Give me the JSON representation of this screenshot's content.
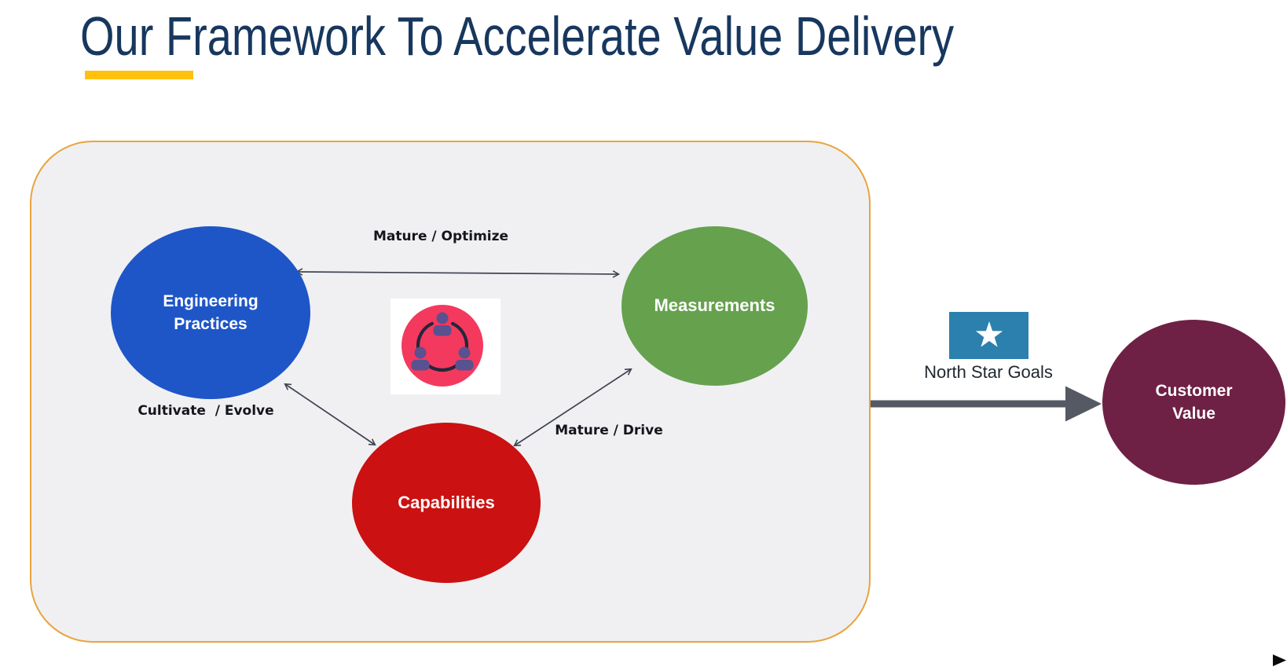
{
  "slide": {
    "title": "Our Framework To Accelerate Value Delivery",
    "title_color": "#17375E",
    "accent_bar_color": "#FFC10D",
    "background_color": "#FFFFFF"
  },
  "framework_box": {
    "background_color": "#F0F0F3",
    "border_color": "#E9A43C",
    "nodes": {
      "engineering": {
        "line1": "Engineering",
        "line2": "Practices",
        "color": "#1E56C8"
      },
      "measurements": {
        "label": "Measurements",
        "color": "#66A14E"
      },
      "capabilities": {
        "label": "Capabilities",
        "color": "#CB1111"
      }
    },
    "edges": {
      "top": {
        "label": "Mature / Optimize"
      },
      "left": {
        "label": "Cultivate  / Evolve"
      },
      "right": {
        "label": "Mature / Drive"
      }
    },
    "center_icon": {
      "name": "team-collaboration-icon",
      "circle_color": "#F4395E",
      "person_color": "#5A5190",
      "arc_color": "#23273B"
    }
  },
  "output": {
    "north_star": {
      "label": "North Star Goals",
      "icon": "star-icon",
      "icon_bg": "#2C80AE"
    },
    "customer": {
      "line1": "Customer",
      "line2": "Value",
      "color": "#6E2145"
    },
    "arrow_color": "#545963"
  },
  "nav": {
    "next_icon": "next-slide-icon"
  }
}
